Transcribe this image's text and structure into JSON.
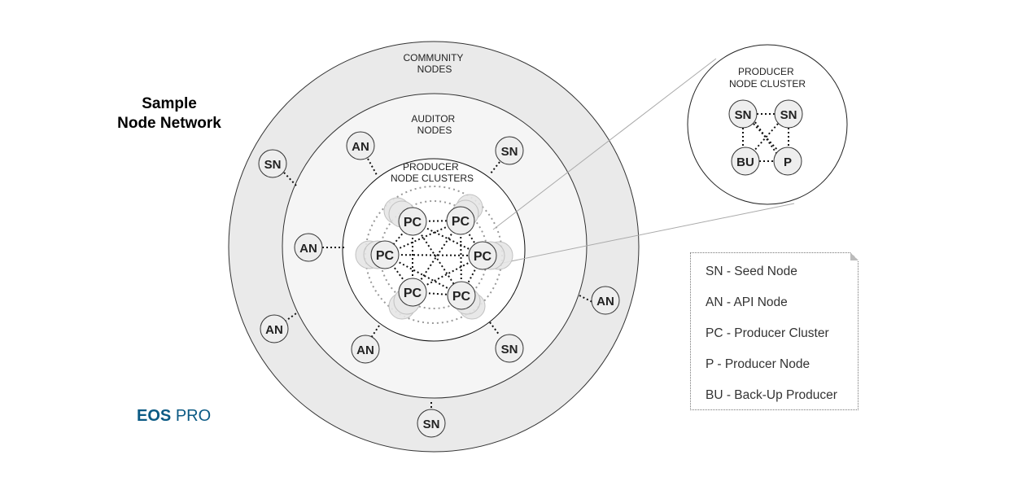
{
  "title": {
    "line1": "Sample",
    "line2": "Node Network"
  },
  "brand": {
    "strong": "EOS",
    "light": "PRO"
  },
  "rings": {
    "community": [
      "COMMUNITY",
      "NODES"
    ],
    "auditor": [
      "AUDITOR",
      "NODES"
    ],
    "producer": [
      "PRODUCER",
      "NODE CLUSTERS"
    ]
  },
  "node_labels": {
    "sn": "SN",
    "an": "AN",
    "pc": "PC",
    "p": "P",
    "bu": "BU"
  },
  "cluster_detail": {
    "title": [
      "PRODUCER",
      "NODE CLUSTER"
    ]
  },
  "legend": [
    "SN - Seed Node",
    "AN - API Node",
    "PC - Producer Cluster",
    "P - Producer Node",
    "BU - Back-Up Producer"
  ]
}
